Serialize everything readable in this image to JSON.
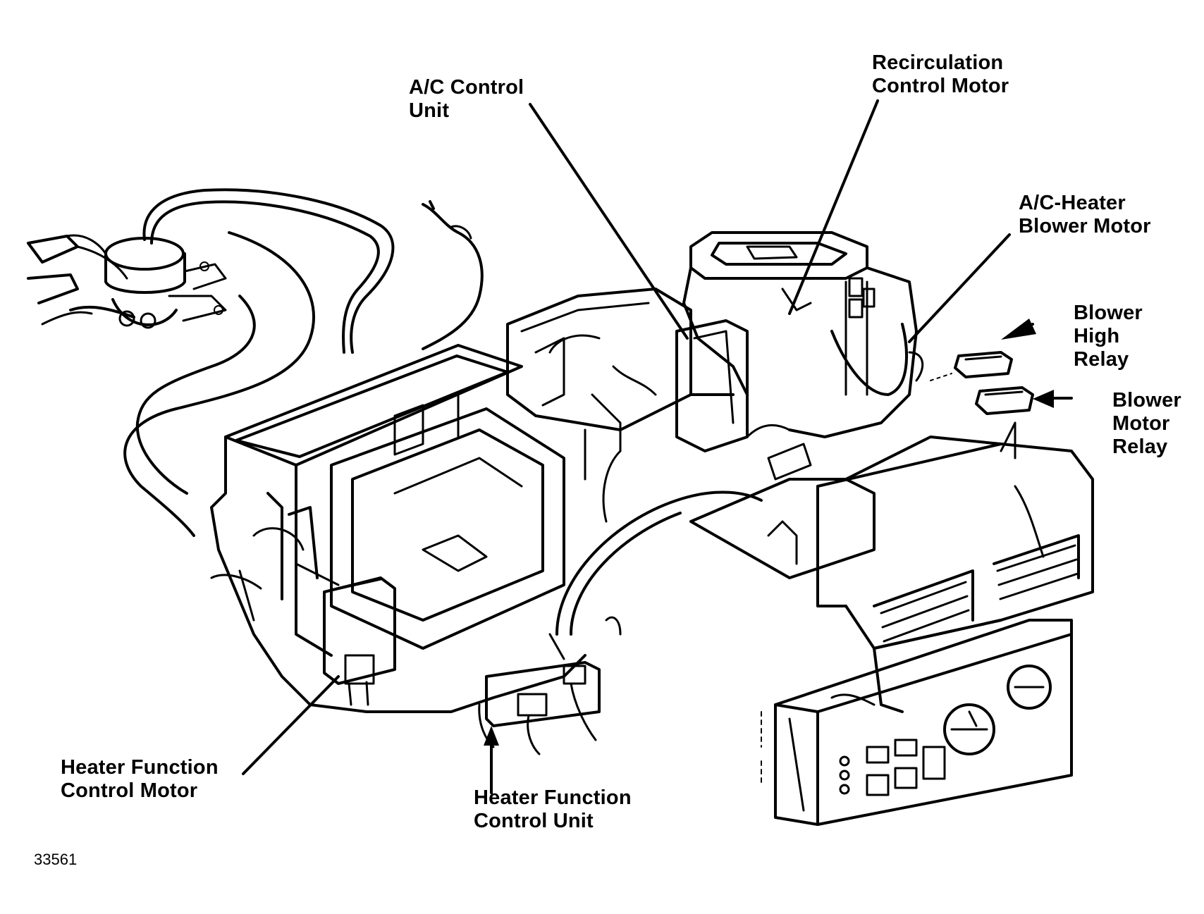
{
  "labels": {
    "ac_control_unit": [
      "A/C Control",
      "Unit"
    ],
    "recirculation_control_motor": [
      "Recirculation",
      "Control Motor"
    ],
    "ac_heater_blower_motor": [
      "A/C-Heater",
      "Blower Motor"
    ],
    "blower_high_relay": [
      "Blower",
      "High",
      "Relay"
    ],
    "blower_motor_relay": [
      "Blower",
      "Motor",
      "Relay"
    ],
    "heater_function_control_motor": [
      "Heater Function",
      "Control Motor"
    ],
    "heater_function_control_unit": [
      "Heater Function",
      "Control Unit"
    ]
  },
  "figure_number": "33561"
}
